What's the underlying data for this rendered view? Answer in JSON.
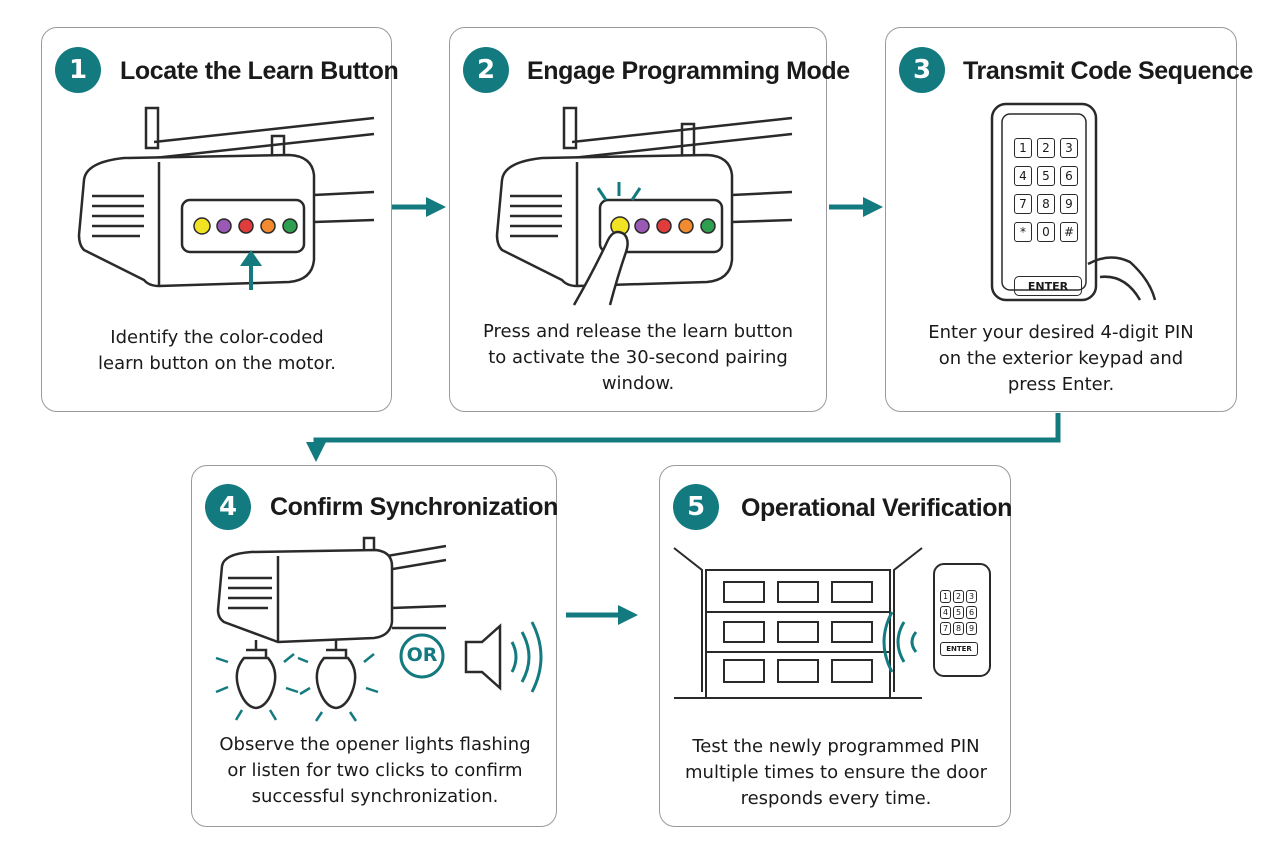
{
  "accent": "#137b80",
  "button_colors": [
    "#f2e224",
    "#9b59b6",
    "#e03c3c",
    "#f28a30",
    "#2e9e4f"
  ],
  "steps": [
    {
      "num": "1",
      "title": "Locate the Learn Button",
      "desc": "Identify the color-coded learn button on the motor.",
      "icon": "opener-motor-arrow-icon"
    },
    {
      "num": "2",
      "title": "Engage Programming Mode",
      "desc": "Press and release the learn button to activate the 30-second pairing window.",
      "icon": "finger-press-button-icon"
    },
    {
      "num": "3",
      "title": "Transmit Code Sequence",
      "desc": "Enter your desired 4-digit PIN on the exterior keypad and press Enter.",
      "icon": "keypad-enter-icon"
    },
    {
      "num": "4",
      "title": "Confirm Synchronization",
      "desc": "Observe the opener lights flashing or listen for two clicks to confirm successful synchronization.",
      "icon": "lights-or-sound-icon"
    },
    {
      "num": "5",
      "title": "Operational Verification",
      "desc": "Test the newly programmed PIN multiple times to ensure the door responds every time.",
      "icon": "garage-door-keypad-icon"
    }
  ],
  "keypad": {
    "keys": [
      "1",
      "2",
      "3",
      "4",
      "5",
      "6",
      "7",
      "8",
      "9",
      "*",
      "0",
      "#"
    ],
    "enter_label": "ENTER"
  },
  "small_keypad": {
    "keys": [
      "1",
      "2",
      "3",
      "4",
      "5",
      "6",
      "7",
      "8",
      "9"
    ],
    "enter_label": "ENTER"
  },
  "or_label": "OR"
}
